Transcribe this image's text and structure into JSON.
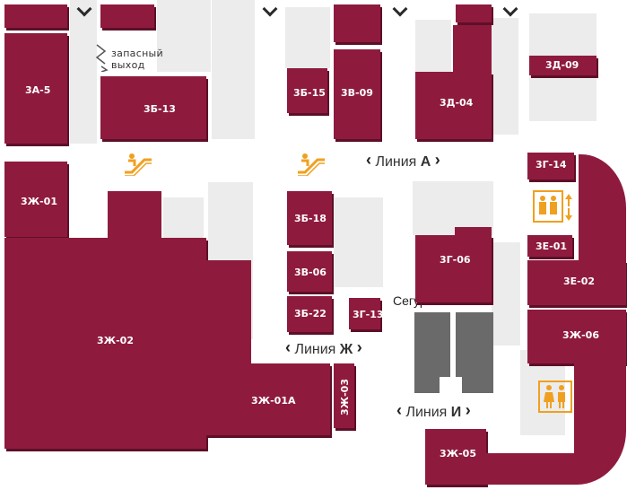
{
  "map": {
    "shops": [
      {
        "id": "3a5",
        "label": "3А-5"
      },
      {
        "id": "3zh01",
        "label": "3Ж-01"
      },
      {
        "id": "3b13",
        "label": "3Б-13"
      },
      {
        "id": "3b15",
        "label": "3Б-15"
      },
      {
        "id": "3v09",
        "label": "3В-09"
      },
      {
        "id": "3d04",
        "label": "3Д-04"
      },
      {
        "id": "3d09",
        "label": "3Д-09"
      },
      {
        "id": "3b18",
        "label": "3Б-18"
      },
      {
        "id": "3v06",
        "label": "3В-06"
      },
      {
        "id": "3b22",
        "label": "3Б-22"
      },
      {
        "id": "3g13",
        "label": "3Г-13"
      },
      {
        "id": "3g06",
        "label": "3Г-06"
      },
      {
        "id": "3g14",
        "label": "3Г-14"
      },
      {
        "id": "3e01",
        "label": "3Е-01"
      },
      {
        "id": "3e02",
        "label": "3Е-02"
      },
      {
        "id": "3zh06",
        "label": "3Ж-06"
      },
      {
        "id": "3zh02",
        "label": "3Ж-02"
      },
      {
        "id": "3zh01a",
        "label": "3Ж-01А"
      },
      {
        "id": "3zh03",
        "label": "3Ж-03"
      },
      {
        "id": "3zh05",
        "label": "3Ж-05"
      }
    ],
    "corridors": {
      "a": {
        "prefix": "Линия ",
        "letter": "А"
      },
      "zh": {
        "prefix": "Линия ",
        "letter": "Ж"
      },
      "i": {
        "prefix": "Линия ",
        "letter": "И"
      }
    },
    "arrows": {
      "left": "‹",
      "right": "›"
    },
    "emergency_exit": {
      "line1": "запасный",
      "line2": "выход"
    },
    "segura_label": "Сегура",
    "icons": [
      "escalator-icon",
      "elevator-icon",
      "restroom-icon",
      "chevron-down-icon",
      "exit-arrow-icon"
    ],
    "colors": {
      "shop": "#8e1b3e",
      "shop_shadow": "#5e0f28",
      "inactive_area": "#ececec",
      "segura_block": "#6a6a6a",
      "icon_orange": "#f0a020"
    }
  }
}
